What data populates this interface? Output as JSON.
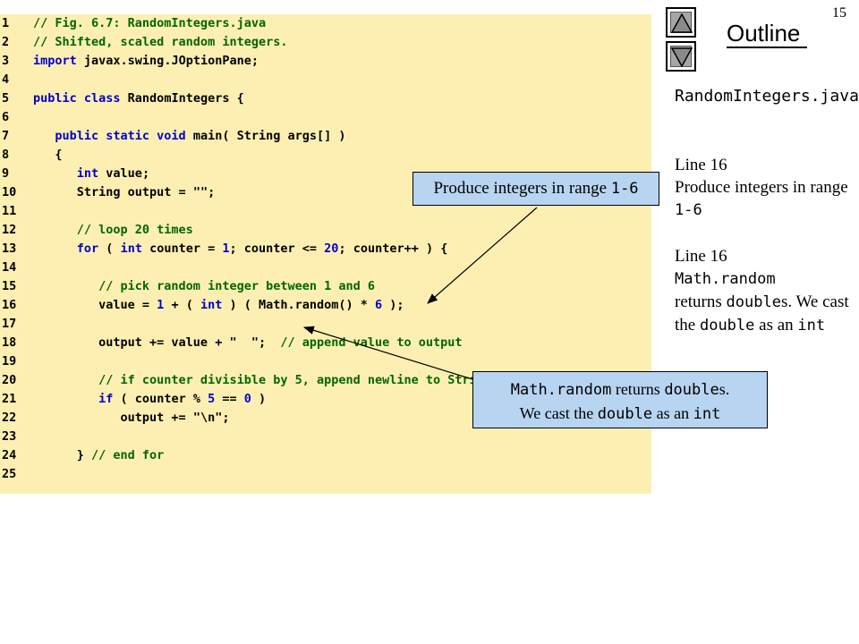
{
  "page_number": "15",
  "outline": {
    "title": "Outline"
  },
  "sidebar": {
    "filename": "RandomIntegers.java",
    "notes": [
      {
        "line": "Line 16",
        "text_a": "Produce integers in range ",
        "code_a": "1-6",
        "text_b": "",
        "code_b": "",
        "text_c": "",
        "code_c": ""
      },
      {
        "line": "Line 16",
        "text_a": "",
        "code_a": "Math.random",
        "text_b": " returns ",
        "code_b": "double",
        "text_c": "s. We cast the ",
        "code_c": "double",
        "text_d": " as an ",
        "code_d": "int"
      }
    ]
  },
  "callouts": {
    "range": {
      "text": "Produce integers in range ",
      "code": "1-6"
    },
    "random": {
      "code_a": "Math.random",
      "text_a": " returns ",
      "code_b": "double",
      "text_b": "s.",
      "text_c": "We cast the ",
      "code_c": "double",
      "text_d": " as an ",
      "code_d": "int"
    }
  },
  "code_lines": [
    {
      "n": "1",
      "tokens": [
        {
          "t": "// Fig. 6.7: RandomIntegers.java",
          "c": "cmt"
        }
      ]
    },
    {
      "n": "2",
      "tokens": [
        {
          "t": "// Shifted, scaled random integers.",
          "c": "cmt"
        }
      ]
    },
    {
      "n": "3",
      "tokens": [
        {
          "t": "import",
          "c": "kw"
        },
        {
          "t": " javax.swing.JOptionPane;",
          "c": "plain"
        }
      ]
    },
    {
      "n": "4",
      "tokens": []
    },
    {
      "n": "5",
      "tokens": [
        {
          "t": "public class",
          "c": "kw"
        },
        {
          "t": " RandomIntegers {",
          "c": "plain"
        }
      ]
    },
    {
      "n": "6",
      "tokens": []
    },
    {
      "n": "7",
      "tokens": [
        {
          "t": "   ",
          "c": "plain"
        },
        {
          "t": "public static void",
          "c": "kw"
        },
        {
          "t": " main( String args[] )",
          "c": "plain"
        }
      ]
    },
    {
      "n": "8",
      "tokens": [
        {
          "t": "   {",
          "c": "plain"
        }
      ]
    },
    {
      "n": "9",
      "tokens": [
        {
          "t": "      ",
          "c": "plain"
        },
        {
          "t": "int",
          "c": "kw"
        },
        {
          "t": " value;",
          "c": "plain"
        }
      ]
    },
    {
      "n": "10",
      "tokens": [
        {
          "t": "      String output = ",
          "c": "plain"
        },
        {
          "t": "\"\"",
          "c": "str"
        },
        {
          "t": ";",
          "c": "plain"
        }
      ]
    },
    {
      "n": "11",
      "tokens": []
    },
    {
      "n": "12",
      "tokens": [
        {
          "t": "      // loop 20 times",
          "c": "cmt"
        }
      ]
    },
    {
      "n": "13",
      "tokens": [
        {
          "t": "      ",
          "c": "plain"
        },
        {
          "t": "for",
          "c": "kw"
        },
        {
          "t": " ( ",
          "c": "plain"
        },
        {
          "t": "int",
          "c": "kw"
        },
        {
          "t": " counter = ",
          "c": "plain"
        },
        {
          "t": "1",
          "c": "num"
        },
        {
          "t": "; counter <= ",
          "c": "plain"
        },
        {
          "t": "20",
          "c": "num"
        },
        {
          "t": "; counter++ ) {",
          "c": "plain"
        }
      ]
    },
    {
      "n": "14",
      "tokens": []
    },
    {
      "n": "15",
      "tokens": [
        {
          "t": "         // pick random integer between 1 and 6",
          "c": "cmt"
        }
      ]
    },
    {
      "n": "16",
      "tokens": [
        {
          "t": "         value = ",
          "c": "plain"
        },
        {
          "t": "1",
          "c": "num"
        },
        {
          "t": " + ( ",
          "c": "plain"
        },
        {
          "t": "int",
          "c": "kw"
        },
        {
          "t": " ) ( Math.random() * ",
          "c": "plain"
        },
        {
          "t": "6",
          "c": "num"
        },
        {
          "t": " );",
          "c": "plain"
        }
      ]
    },
    {
      "n": "17",
      "tokens": []
    },
    {
      "n": "18",
      "tokens": [
        {
          "t": "         output += value + ",
          "c": "plain"
        },
        {
          "t": "\"  \"",
          "c": "str"
        },
        {
          "t": ";  ",
          "c": "plain"
        },
        {
          "t": "// append value to output",
          "c": "cmt"
        }
      ]
    },
    {
      "n": "19",
      "tokens": []
    },
    {
      "n": "20",
      "tokens": [
        {
          "t": "         // if counter divisible by 5, append newline to String output",
          "c": "cmt"
        }
      ]
    },
    {
      "n": "21",
      "tokens": [
        {
          "t": "         ",
          "c": "plain"
        },
        {
          "t": "if",
          "c": "kw"
        },
        {
          "t": " ( counter % ",
          "c": "plain"
        },
        {
          "t": "5",
          "c": "num"
        },
        {
          "t": " == ",
          "c": "plain"
        },
        {
          "t": "0",
          "c": "num"
        },
        {
          "t": " )",
          "c": "plain"
        }
      ]
    },
    {
      "n": "22",
      "tokens": [
        {
          "t": "            output += ",
          "c": "plain"
        },
        {
          "t": "\"\\n\"",
          "c": "str"
        },
        {
          "t": ";",
          "c": "plain"
        }
      ]
    },
    {
      "n": "23",
      "tokens": []
    },
    {
      "n": "24",
      "tokens": [
        {
          "t": "      } ",
          "c": "plain"
        },
        {
          "t": "// end for",
          "c": "cmt"
        }
      ]
    },
    {
      "n": "25",
      "tokens": []
    }
  ]
}
